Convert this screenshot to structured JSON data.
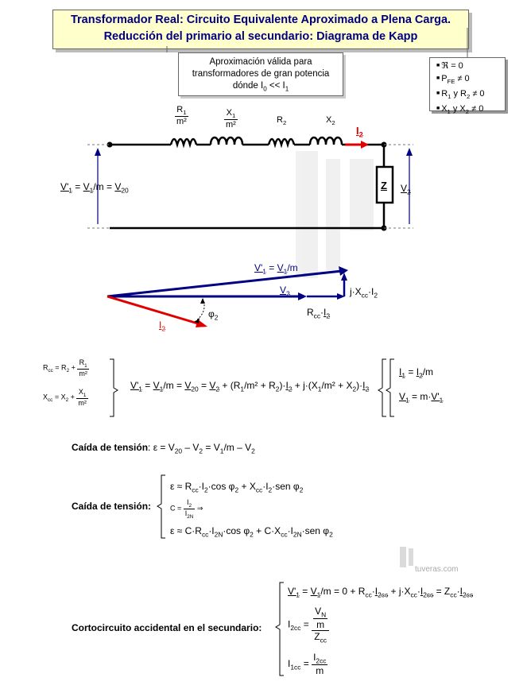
{
  "title": {
    "line1": "Transformador Real: Circuito Equivalente Aproximado  a Plena Carga.",
    "line2": "Reducción del primario al secundario: Diagrama de Kapp"
  },
  "note": {
    "line1": "Aproximación válida para",
    "line2": "transformadores de gran potencia",
    "line3_prefix": "dónde I",
    "line3_sub0": "0",
    "line3_mid": " << I",
    "line3_sub1": "1"
  },
  "conditions": [
    "ℜ = 0",
    "P_FE ≠ 0",
    "R1 y R2 ≠ 0",
    "X1 y X2 ≠ 0"
  ],
  "circuit": {
    "r1m_num": "R1",
    "r1m_den": "m²",
    "x1m_num": "X1",
    "x1m_den": "m²",
    "r2": "R2",
    "x2": "X2",
    "i2": "I2",
    "z": "Z",
    "v1_label": "V'1 = V1/m = V20",
    "v2": "V2"
  },
  "phasor": {
    "v1": "V'1 = V1/m",
    "v2": "V2",
    "jx": "j·Xcc·I2",
    "rcc": "Rcc·I2",
    "phi": "φ2",
    "i2": "I2"
  },
  "equations": {
    "rcc_def": "Rcc = R2 + R1/m²",
    "xcc_def": "Xcc = X2 + X1/m²",
    "main": "V'1 = V1/m = V20 = V2 + (R1/m² + R2)·I2 + j·(X1/m² + X2)·I2",
    "i1": "I1 = I2/m",
    "v1": "V1 = m·V'1"
  },
  "caida1": {
    "label": "Caída de tensión",
    "expr": ": ε = V20 – V2 = V1/m – V2"
  },
  "caida2": {
    "label": "Caída de tensión:",
    "line1": "ε ≈ Rcc·I2·cos φ2 + Xcc·I2·sen φ2",
    "cdef": "C = I2/I2N ⇒",
    "line2": "ε ≈ C·Rcc·I2N·cos φ2 + C·Xcc·I2N·sen φ2"
  },
  "corto": {
    "label": "Cortocircuito accidental en el secundario:",
    "line1": "V'1 = V1/m = 0 + Rcc·I2cc + j·Xcc·I2cc = Zcc·I2cc",
    "i2cc": "I2cc = (VN/m)/Zcc",
    "i1cc": "I1cc = I2cc/m"
  },
  "watermark": "tuveras.com"
}
